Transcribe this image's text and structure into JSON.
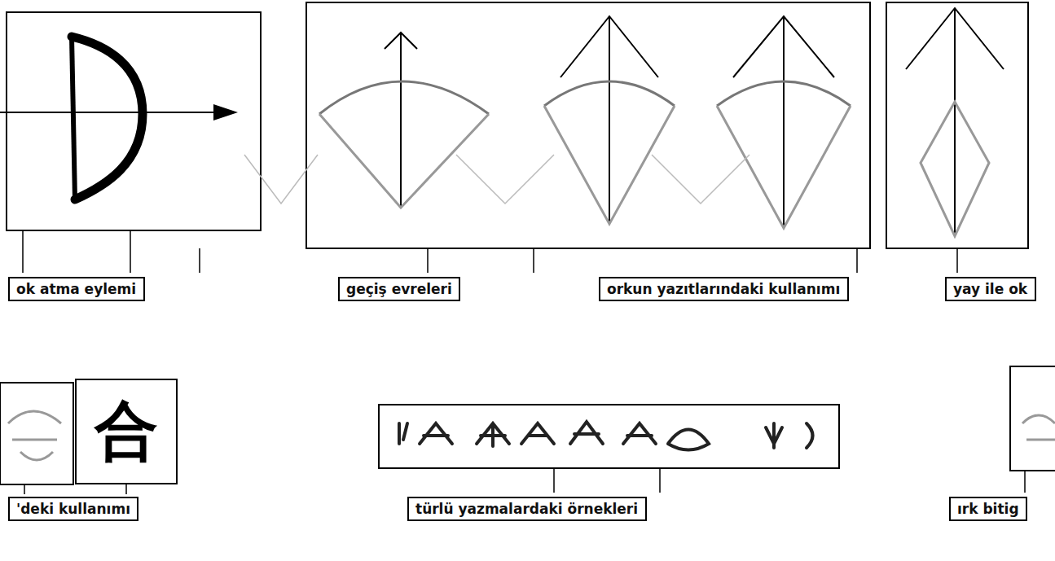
{
  "diagram": {
    "nodes": [
      {
        "text": [
          "ok atma eylemi"
        ]
      },
      {
        "text": [
          "geçiş evreleri"
        ]
      },
      {
        "text": [
          "orkun yazıtlarındaki kullanımı"
        ]
      },
      {
        "text": [
          "yay ile ok"
        ]
      },
      {
        "text": [
          "'deki kullanımı"
        ]
      },
      {
        "text": [
          "türlü yazmalardaki örnekleri"
        ]
      },
      {
        "text": [
          "ırk bitig"
        ]
      }
    ],
    "labels": [
      "合"
    ]
  }
}
